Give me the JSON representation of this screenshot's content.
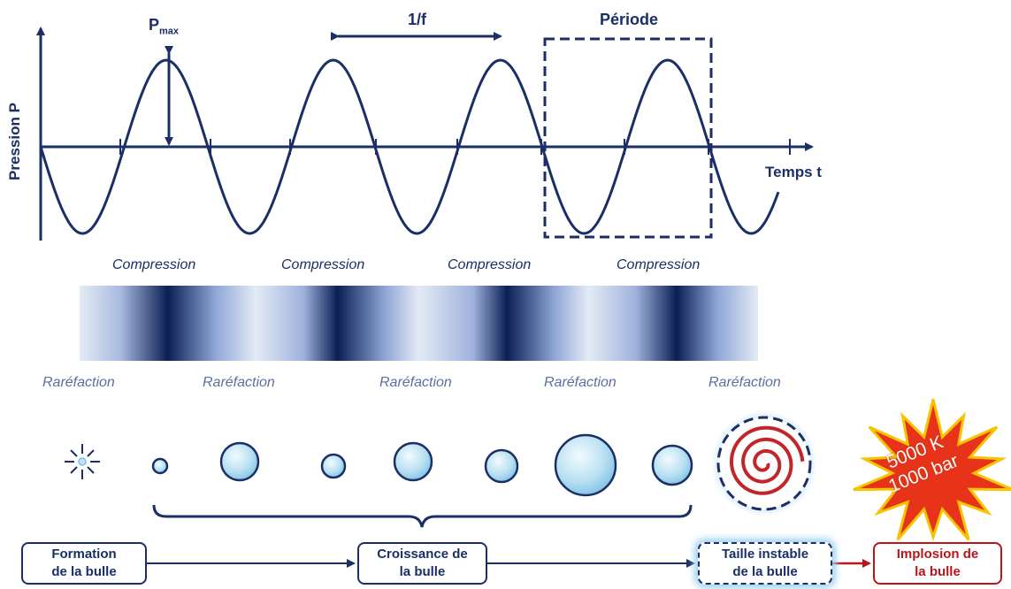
{
  "graph": {
    "y_axis_label": "Pression P",
    "x_axis_label": "Temps t",
    "pmax_label": "P",
    "pmax_sub": "max",
    "frequency_label": "1/f",
    "period_label": "Période"
  },
  "wave_labels": {
    "compression": [
      "Compression",
      "Compression",
      "Compression",
      "Compression"
    ],
    "rarefaction": [
      "Raréfaction",
      "Raréfaction",
      "Raréfaction",
      "Raréfaction",
      "Raréfaction"
    ]
  },
  "burst": {
    "text": "5000 K\n1000 bar"
  },
  "stages": [
    {
      "label": "Formation\nde la bulle"
    },
    {
      "label": "Croissance  de\nla bulle"
    },
    {
      "label": "Taille instable\nde la bulle"
    },
    {
      "label": "Implosion de\nla bulle"
    }
  ],
  "colors": {
    "primary": "#1b2f66",
    "implosion": "#b8161b",
    "bubble_fill": "#a9d7ee",
    "glow": "#9fd3f0",
    "burst": "#e8331b"
  }
}
